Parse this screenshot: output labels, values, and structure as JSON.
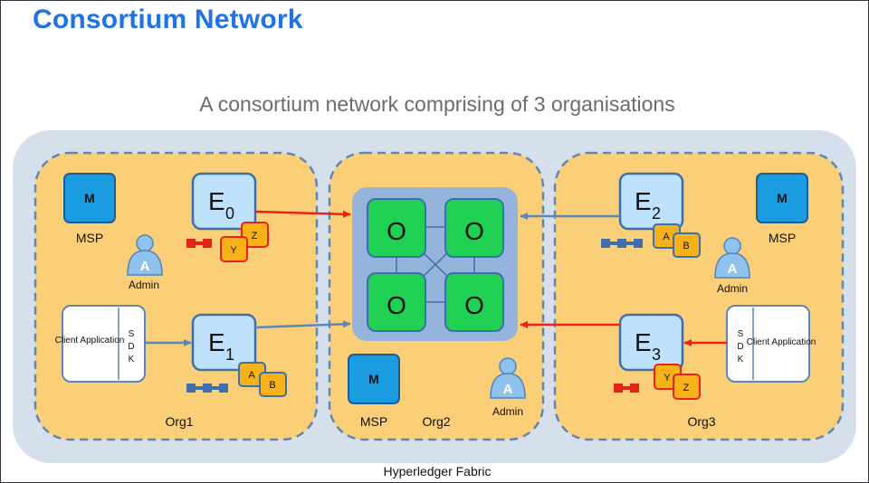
{
  "slide": {
    "title": "Consortium Network",
    "subtitle": "A consortium network comprising of 3 organisations",
    "footer": "Hyperledger Fabric"
  },
  "orgs": {
    "org1": {
      "name": "Org1",
      "msp": {
        "icon": "M",
        "label": "MSP"
      },
      "admin": {
        "icon": "A",
        "label": "Admin"
      },
      "client": {
        "app": "Client Application",
        "sdk": [
          "S",
          "D",
          "K"
        ]
      },
      "endorser_top": {
        "letter": "E",
        "index": "0",
        "chaincodes": [
          "Y",
          "Z"
        ]
      },
      "endorser_bottom": {
        "letter": "E",
        "index": "1",
        "chaincodes": [
          "A",
          "B"
        ]
      }
    },
    "org2": {
      "name": "Org2",
      "msp": {
        "icon": "M",
        "label": "MSP"
      },
      "admin": {
        "icon": "A",
        "label": "Admin"
      },
      "orderers": [
        "O",
        "O",
        "O",
        "O"
      ]
    },
    "org3": {
      "name": "Org3",
      "msp": {
        "icon": "M",
        "label": "MSP"
      },
      "admin": {
        "icon": "A",
        "label": "Admin"
      },
      "client": {
        "app": "Client Application",
        "sdk": [
          "S",
          "D",
          "K"
        ]
      },
      "endorser_top": {
        "letter": "E",
        "index": "2",
        "chaincodes": [
          "A",
          "B"
        ]
      },
      "endorser_bottom": {
        "letter": "E",
        "index": "3",
        "chaincodes": [
          "Y",
          "Z"
        ]
      }
    }
  },
  "colors": {
    "title": "#1f73e4",
    "network_bg": "#d6e0ed",
    "org_fill": "#fbcf77",
    "org_border": "#5f86b5",
    "node_fill": "#bfe1fb",
    "node_border": "#3e6fad",
    "msp_fill": "#1c9ce0",
    "orderer_fill": "#1fd052",
    "orderer_panel": "#95b4dc",
    "chaincode_fill": "#f7b21a",
    "red_arrow": "#e8231c",
    "blue_arrow": "#5b86bd"
  }
}
